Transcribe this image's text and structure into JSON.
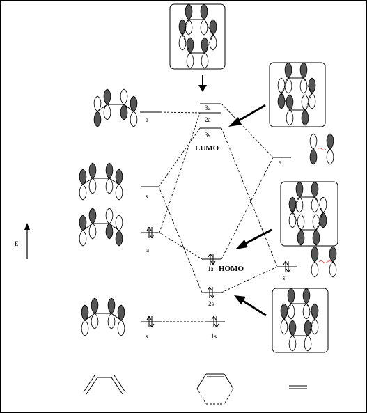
{
  "levels_left": [
    {
      "id": "a_top",
      "label": "a"
    },
    {
      "id": "s_mid",
      "label": "s"
    },
    {
      "id": "a_mid",
      "label": "a"
    },
    {
      "id": "s_low",
      "label": "s"
    }
  ],
  "levels_center": [
    {
      "id": "3a",
      "label": "3a"
    },
    {
      "id": "2a",
      "label": "2a"
    },
    {
      "id": "3s",
      "label": "3s"
    },
    {
      "id": "1a",
      "label": "1a"
    },
    {
      "id": "2s",
      "label": "2s"
    },
    {
      "id": "1s",
      "label": "1s"
    }
  ],
  "levels_right": [
    {
      "id": "a_right",
      "label": "a"
    },
    {
      "id": "s_right",
      "label": "s"
    }
  ],
  "annotations": {
    "lumo": "LUMO",
    "homo": "HOMO",
    "energy_axis": "E"
  }
}
